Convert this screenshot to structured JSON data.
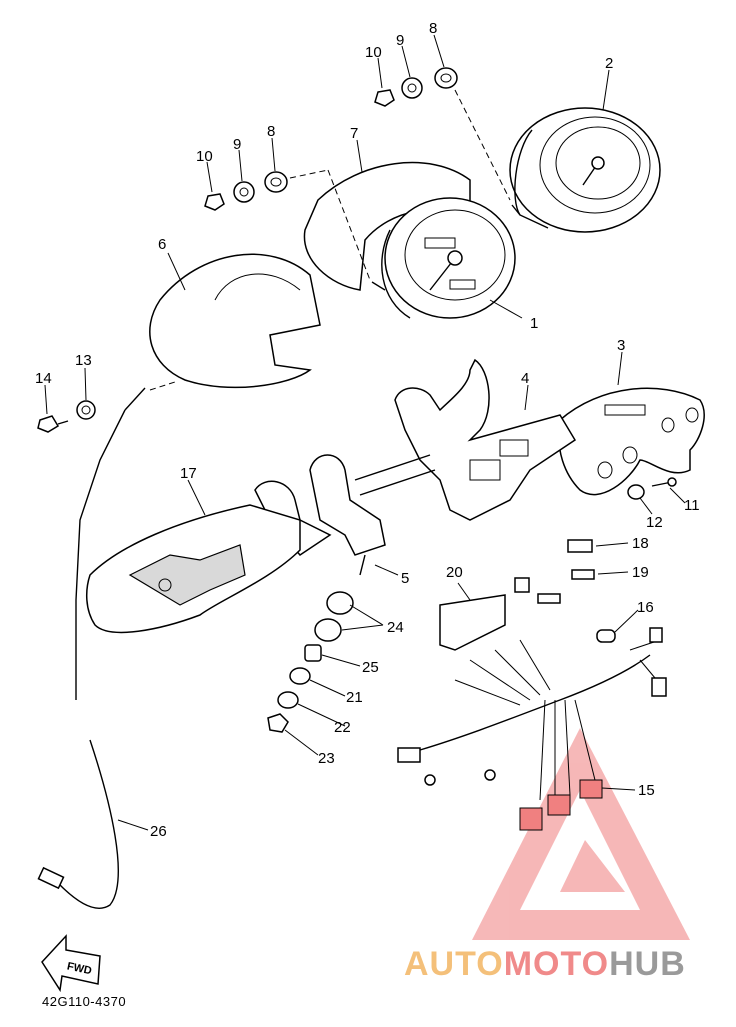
{
  "diagram_code": "42G110-4370",
  "fwd_label": "FWD",
  "watermark": {
    "part1": "AUTO",
    "part2": "MOTO",
    "part3": "HUB",
    "color1": "#f4c07a",
    "color2": "#f08a8a",
    "color3": "#9a9a9a"
  },
  "callouts": {
    "c1": "1",
    "c2": "2",
    "c3": "3",
    "c4": "4",
    "c5": "5",
    "c6": "6",
    "c7": "7",
    "c8a": "8",
    "c8b": "8",
    "c9a": "9",
    "c9b": "9",
    "c10a": "10",
    "c10b": "10",
    "c11": "11",
    "c12": "12",
    "c13": "13",
    "c14": "14",
    "c15": "15",
    "c16": "16",
    "c17": "17",
    "c18": "18",
    "c19": "19",
    "c20": "20",
    "c21": "21",
    "c22": "22",
    "c23": "23",
    "c24": "24",
    "c25": "25",
    "c26": "26"
  }
}
